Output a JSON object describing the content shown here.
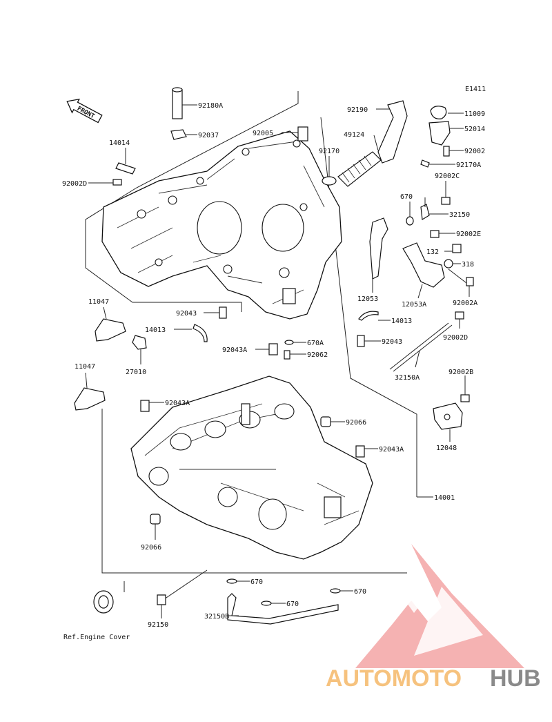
{
  "diagram": {
    "code": "E1411",
    "front_label": "FRONT",
    "ref_label": "Ref.Engine Cover",
    "parts": [
      "92180A",
      "92037",
      "92005",
      "14014",
      "92002D",
      "11047",
      "92043",
      "14013",
      "27010",
      "11047",
      "92043A",
      "670A",
      "92062",
      "92043A",
      "92066",
      "92043A",
      "14001",
      "92066",
      "670",
      "670",
      "670",
      "92150",
      "32150B",
      "92190",
      "49124",
      "92170",
      "11009",
      "52014",
      "92002",
      "92170A",
      "92002C",
      "670",
      "32150",
      "92002E",
      "132",
      "318",
      "12053",
      "12053A",
      "92002A",
      "14013",
      "92043",
      "92002D",
      "32150A",
      "92002B",
      "12048"
    ]
  },
  "watermark": {
    "brand_a": "AUTOMOTO",
    "brand_b": "HUB",
    "color_a": "#f6c27e",
    "color_b": "#8a8a8a",
    "triangle_color": "#f09a9a"
  }
}
